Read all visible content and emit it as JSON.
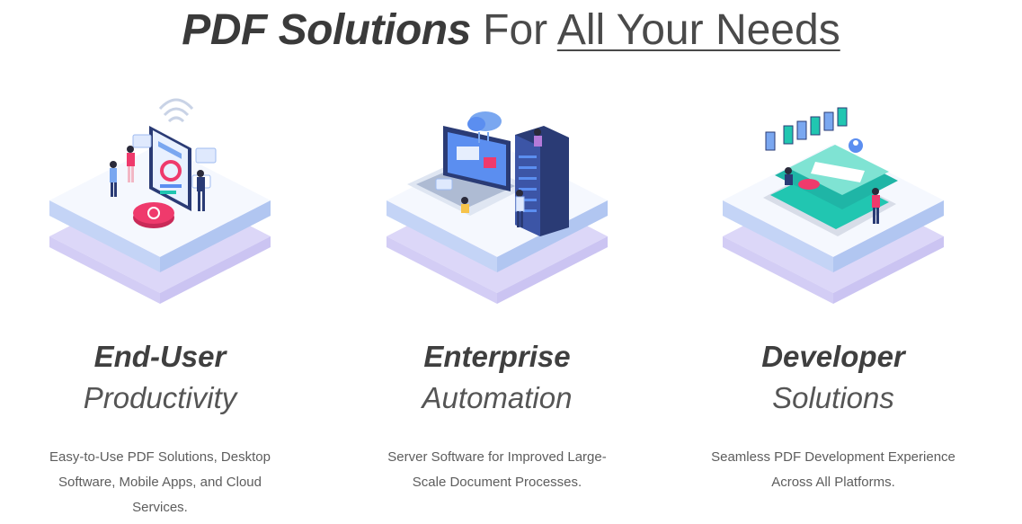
{
  "headline": {
    "bold": "PDF Solutions",
    "light": "For",
    "link": "All Your Needs"
  },
  "columns": [
    {
      "title": "End-User",
      "subtitle": "Productivity",
      "description": "Easy-to-Use PDF Solutions, Desktop Software, Mobile Apps, and Cloud Services.",
      "illustration": "mobile-productivity-illustration"
    },
    {
      "title": "Enterprise",
      "subtitle": "Automation",
      "description": "Server Software for Improved Large-Scale Document Processes.",
      "illustration": "server-automation-illustration"
    },
    {
      "title": "Developer",
      "subtitle": "Solutions",
      "description": "Seamless PDF Development Experience Across All Platforms.",
      "illustration": "developer-platform-illustration"
    }
  ],
  "colors": {
    "platform_top": "#f4f7fd",
    "platform_side": "#b9cbf4",
    "platform_shadow": "#d9d5f7",
    "accent_pink": "#ef3a6c",
    "accent_teal": "#21c6b1",
    "accent_navy": "#2a3b75"
  }
}
